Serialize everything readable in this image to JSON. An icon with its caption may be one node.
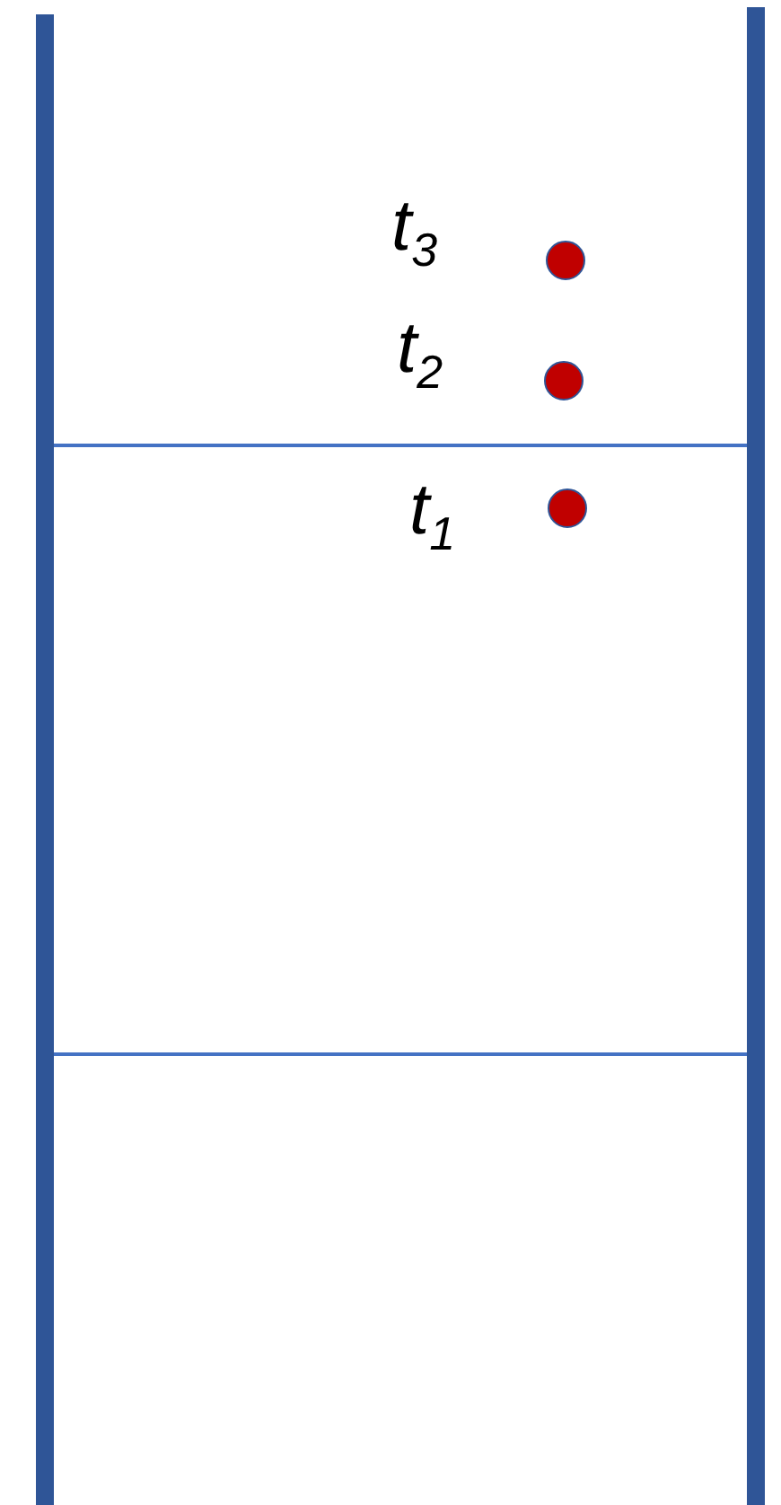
{
  "diagram": {
    "nodes": [
      {
        "text": [],
        "shape": "circle",
        "beside": [
          "t$_{3}$"
        ]
      },
      {
        "text": [],
        "shape": "circle",
        "beside": [
          "t$_{2}$"
        ]
      },
      {
        "text": [],
        "shape": "circle",
        "beside": [
          "t$_{1}$"
        ]
      }
    ],
    "edges": []
  }
}
